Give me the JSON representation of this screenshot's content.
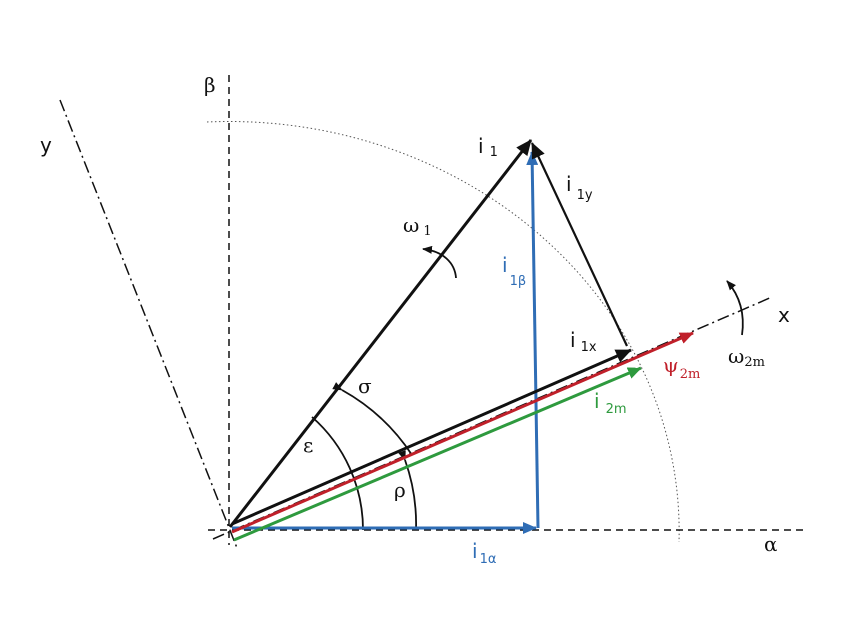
{
  "colors": {
    "black": "#111111",
    "blue": "#2f6db5",
    "red": "#c0202a",
    "green": "#2e9a3e",
    "gray": "#555555"
  },
  "labels": {
    "beta_axis": "β",
    "alpha_axis": "α",
    "y_axis": "y",
    "x_axis": "x",
    "i1": {
      "main": "i",
      "sub": "1"
    },
    "i1y": {
      "main": "i",
      "sub": "1y"
    },
    "omega1": {
      "main": "ω",
      "sub": "1"
    },
    "i1beta": {
      "main": "i",
      "sub": "1β"
    },
    "i1x": {
      "main": "i",
      "sub": "1x"
    },
    "psi2m": {
      "main": "ψ",
      "sub": "2m"
    },
    "omega2m": {
      "main": "ω",
      "sub": "2m"
    },
    "i2m": {
      "main": "i",
      "sub": "2m"
    },
    "sigma": "σ",
    "epsilon": "ε",
    "rho": "ρ",
    "i1alpha": {
      "main": "i",
      "sub": "1α"
    }
  }
}
